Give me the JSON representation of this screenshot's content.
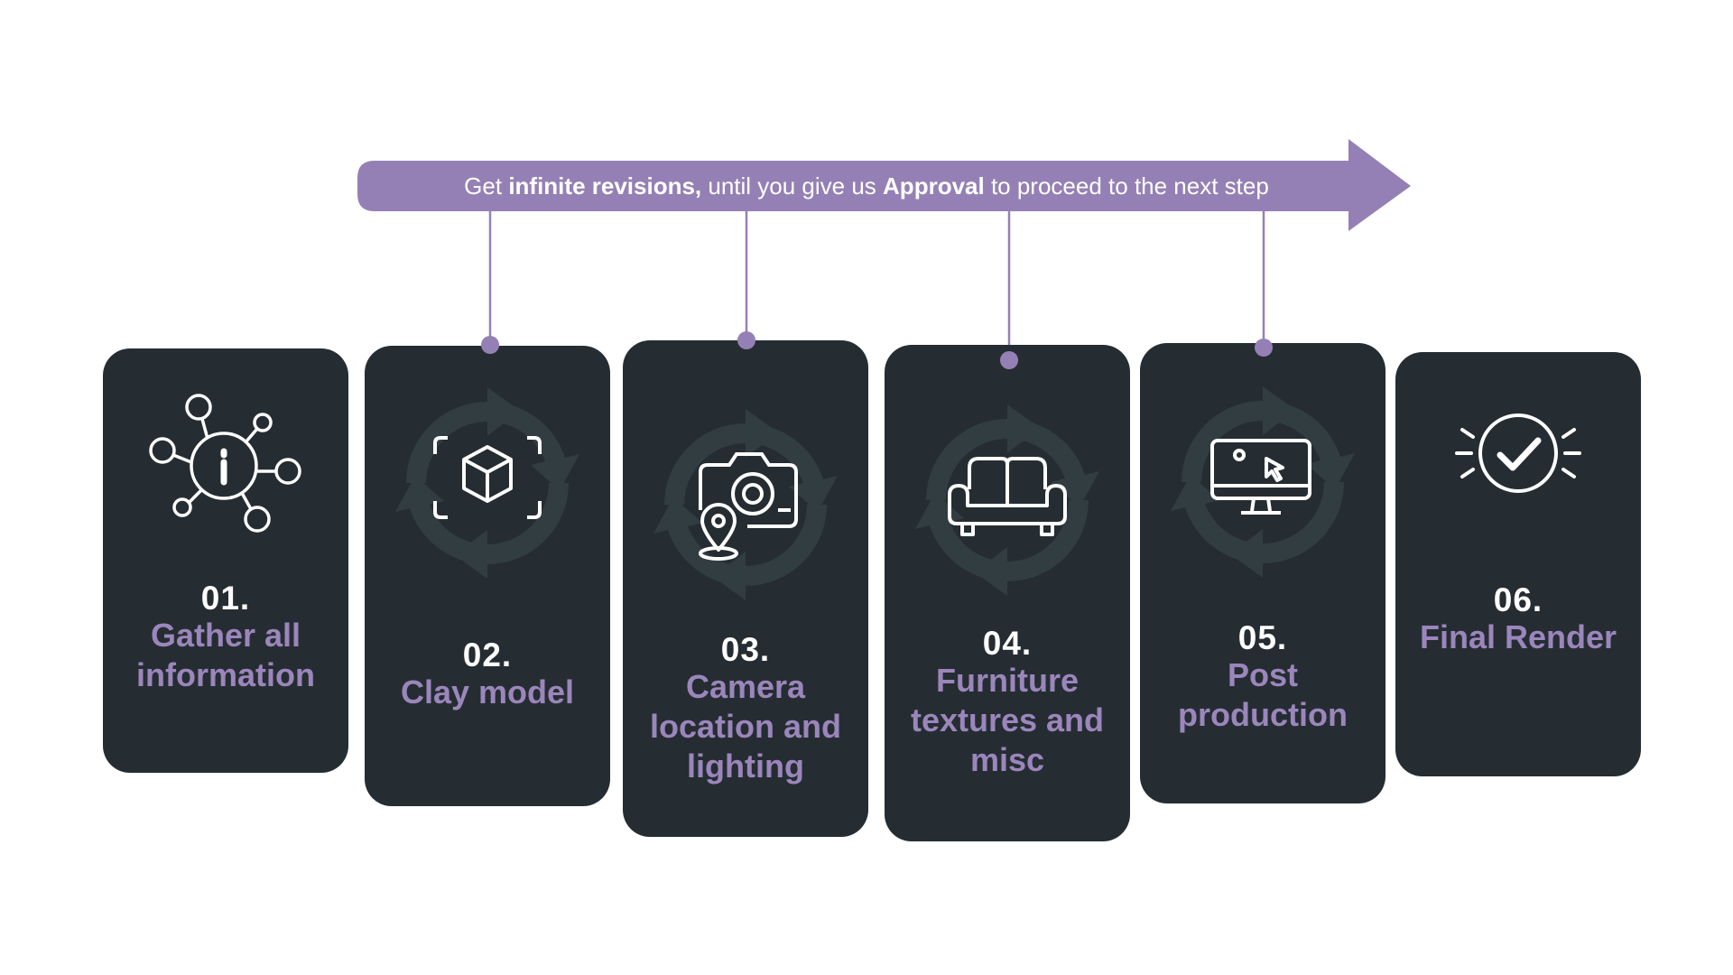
{
  "banner": {
    "prefix": "Get ",
    "bold1": "infinite revisions,",
    "middle": " until you give us ",
    "bold2": "Approval",
    "suffix": " to proceed to the next step"
  },
  "steps": [
    {
      "number": "01.",
      "title_line1": "Gather all",
      "title_line2": "information",
      "title_line3": "",
      "icon": "info-network-icon",
      "revision_loop": false
    },
    {
      "number": "02.",
      "title_line1": "Clay model",
      "title_line2": "",
      "title_line3": "",
      "icon": "3d-cube-scan-icon",
      "revision_loop": true
    },
    {
      "number": "03.",
      "title_line1": "Camera",
      "title_line2": "location and",
      "title_line3": "lighting",
      "icon": "camera-location-icon",
      "revision_loop": true
    },
    {
      "number": "04.",
      "title_line1": "Furniture",
      "title_line2": "textures and",
      "title_line3": "misc",
      "icon": "sofa-icon",
      "revision_loop": true
    },
    {
      "number": "05.",
      "title_line1": "Post",
      "title_line2": "production",
      "title_line3": "",
      "icon": "monitor-cursor-icon",
      "revision_loop": true
    },
    {
      "number": "06.",
      "title_line1": "Final Render",
      "title_line2": "",
      "title_line3": "",
      "icon": "checkmark-burst-icon",
      "revision_loop": false
    }
  ],
  "colors": {
    "accent": "#9580b5",
    "card_bg": "#252d32",
    "title_text": "#9b86bc",
    "number_text": "#ffffff",
    "loop_arrows": "#323d42"
  }
}
